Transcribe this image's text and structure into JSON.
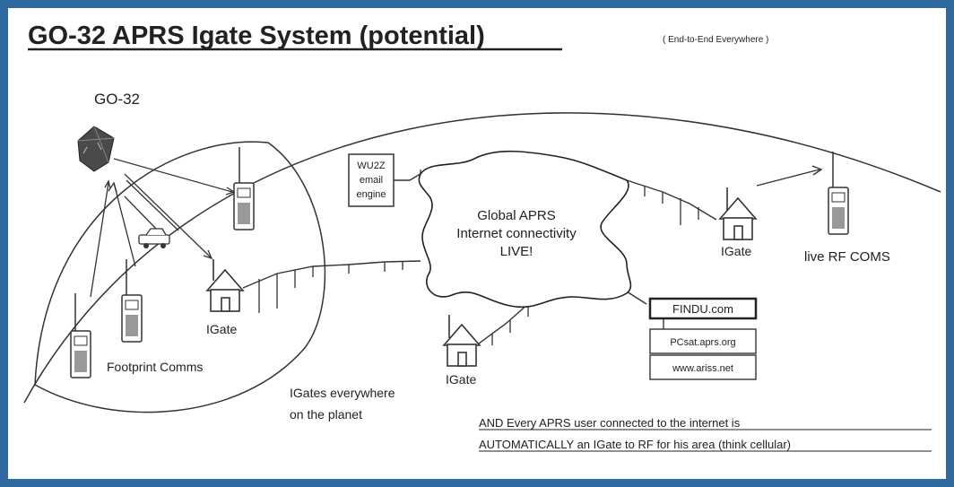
{
  "title": "GO-32 APRS Igate System (potential)",
  "subtitle": "( End-to-End Everywhere )",
  "labels": {
    "satellite": "GO-32",
    "igate_left": "IGate",
    "igate_bottom": "IGate",
    "igate_right": "IGate",
    "footprint": "Footprint Comms",
    "cloud_line1": "Global APRS",
    "cloud_line2": "Internet connectivity",
    "cloud_line3": "LIVE!",
    "live_rf": "live RF COMS",
    "igates_everywhere_1": "IGates everywhere",
    "igates_everywhere_2": "on the planet"
  },
  "boxes": {
    "engine_1": "WU2Z",
    "engine_2": "email",
    "engine_3": "engine",
    "findu": "FINDU.com",
    "pcsat": "PCsat.aprs.org",
    "ariss": "www.ariss.net"
  },
  "note": {
    "line1": "AND  Every  APRS  user  connected  to  the  internet  is",
    "line2": "AUTOMATICALLY  an IGate to RF  for his area  (think cellular)"
  }
}
